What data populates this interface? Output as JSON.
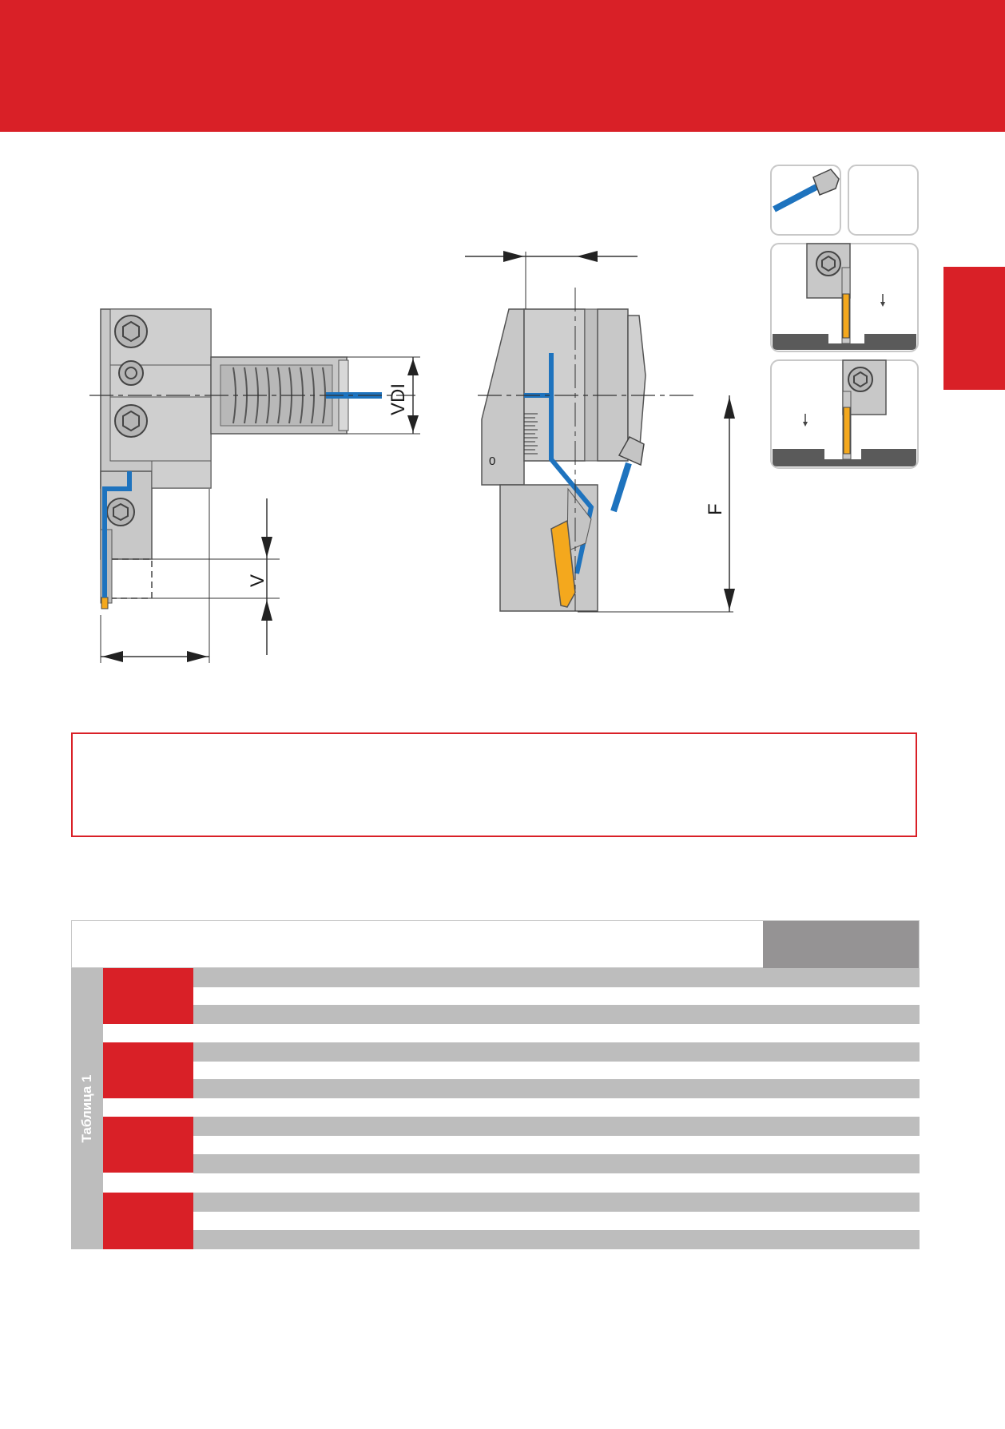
{
  "drawing_labels": {
    "vdi": "VDI",
    "v": "V",
    "f": "F",
    "zero_mark": "0"
  },
  "table": {
    "side_label": "Таблица 1"
  },
  "colors": {
    "brand_red": "#d92027",
    "coolant_blue": "#1e73be",
    "insert_yellow": "#f4a81d",
    "body_grey": "#c8c8c8",
    "stripe_grey": "#bdbdbd",
    "header_grey": "#959394"
  }
}
